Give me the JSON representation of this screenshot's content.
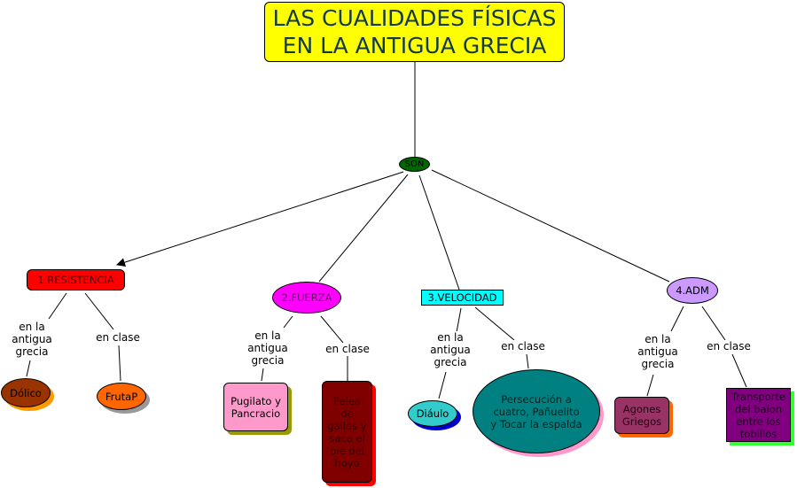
{
  "title": {
    "line1": "LAS CUALIDADES FÍSICAS",
    "line2": "EN LA ANTIGUA GRECIA"
  },
  "root": {
    "label": "SON"
  },
  "categories": [
    {
      "label": "1.RESISTENCIA",
      "color": "#ff0000",
      "ancient_link": "en la antigua grecia",
      "class_link": "en clase",
      "ancient": "Dólico",
      "in_class": "FrutaP"
    },
    {
      "label": "2.FUERZA",
      "color": "#ff00ff",
      "ancient_link": "en la antigua grecia",
      "class_link": "en clase",
      "ancient": "Pugilato y Pancracio",
      "in_class": "Pelea de gallos y saca el pie del hoyo"
    },
    {
      "label": "3.VELOCIDAD",
      "color": "#00ffff",
      "ancient_link": "en la antigua grecia",
      "class_link": "en clase",
      "ancient": "Diáulo",
      "in_class": "Persecución a cuatro, Pañuelito y Tocar la espalda"
    },
    {
      "label": "4.ADM",
      "color": "#cc99ff",
      "ancient_link": "en la antigua grecia",
      "class_link": "en clase",
      "ancient": "Agones Griegos",
      "in_class": "Transporte del balon entre los tobillos"
    }
  ]
}
